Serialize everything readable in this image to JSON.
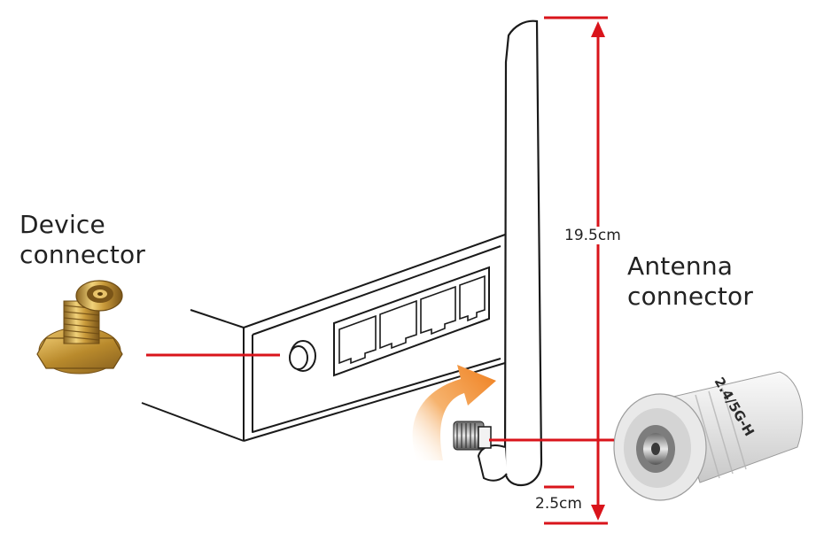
{
  "labels": {
    "device_connector": [
      "Device",
      "connector"
    ],
    "antenna_connector": [
      "Antenna",
      "connector"
    ],
    "antenna_height": "19.5cm",
    "connector_height": "2.5cm",
    "connector_marking": "2.4/5G-H"
  },
  "colors": {
    "dimension_line": "#d9141b",
    "outline": "#1a1a1a",
    "arrow_orange": "#f08a2c",
    "gold": "#c99a3a",
    "connector_white": "#e6e6e6"
  },
  "icons": {
    "rotation_arrow": "curved-arrow-icon",
    "device_connector": "sma-connector-icon",
    "antenna_connector": "rp-sma-cap-icon"
  }
}
